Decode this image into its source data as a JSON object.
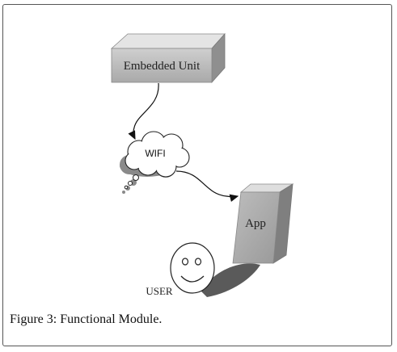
{
  "diagram": {
    "nodes": {
      "embedded_unit": "Embedded Unit",
      "wifi": "WIFI",
      "app": "App",
      "user": "USER"
    },
    "edges": [
      {
        "from": "embedded_unit",
        "to": "wifi"
      },
      {
        "from": "wifi",
        "to": "app"
      }
    ]
  },
  "caption": {
    "label": "Figure 3:",
    "text": "Functional Module."
  }
}
